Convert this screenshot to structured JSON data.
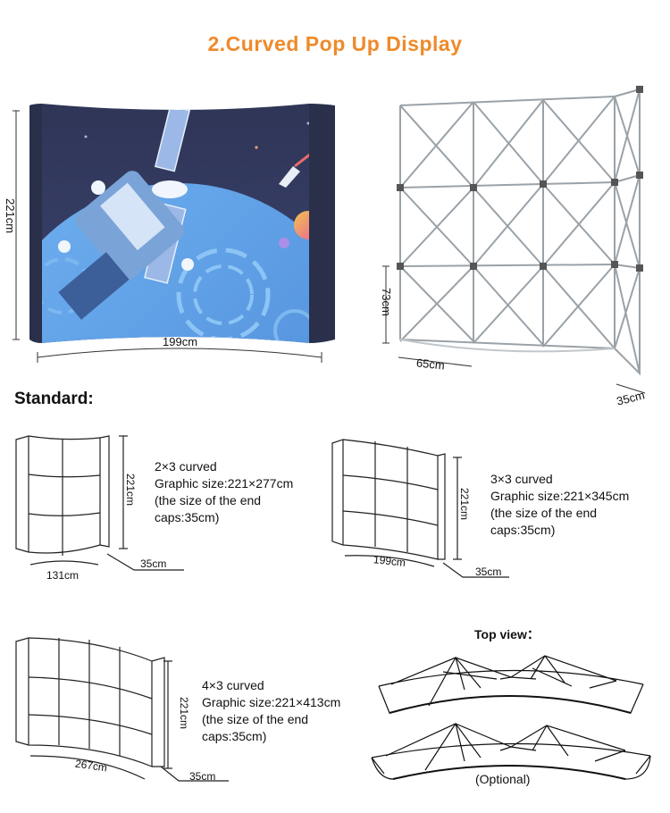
{
  "title": "2.Curved Pop Up Display",
  "photo": {
    "height_label": "221cm",
    "width_label": "199cm"
  },
  "frame": {
    "height_label": "73cm",
    "depth_label": "65cm",
    "cap_label": "35cm"
  },
  "standard_heading": "Standard:",
  "models": [
    {
      "name": "2×3 curved",
      "graphic": "Graphic size:221×277cm",
      "note_line1": "(the size of the end",
      "note_line2": "caps:35cm)",
      "height_label": "221cm",
      "width_label": "131cm",
      "cap_label": "35cm"
    },
    {
      "name": "3×3 curved",
      "graphic": "Graphic size:221×345cm",
      "note_line1": "(the size of the end",
      "note_line2": "caps:35cm)",
      "height_label": "221cm",
      "width_label": "199cm",
      "cap_label": "35cm"
    },
    {
      "name": "4×3 curved",
      "graphic": "Graphic size:221×413cm",
      "note_line1": "(the size of the end",
      "note_line2": "caps:35cm)",
      "height_label": "221cm",
      "width_label": "267cm",
      "cap_label": "35cm"
    }
  ],
  "top_view": {
    "heading": "Top view：",
    "optional": "(Optional)"
  },
  "colors": {
    "title": "#ef8a2a",
    "graphic_sky": "#343a5c",
    "graphic_planet": "#5fa0e6",
    "frame_metal": "#9aa2a8"
  }
}
